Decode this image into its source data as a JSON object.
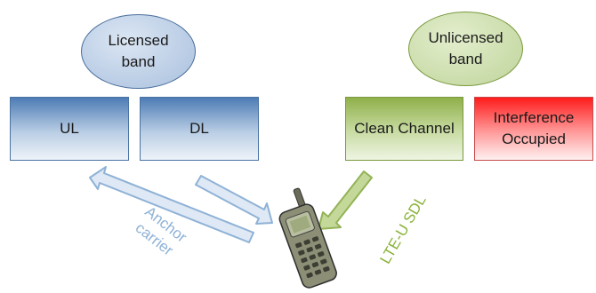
{
  "ellipses": {
    "licensed": [
      "Licensed",
      "band"
    ],
    "unlicensed": [
      "Unlicensed",
      "band"
    ]
  },
  "boxes": {
    "ul": "UL",
    "dl": "DL",
    "clean": "Clean Channel",
    "interference": [
      "Interference",
      "Occupied"
    ]
  },
  "labels": {
    "anchor": [
      "Anchor",
      "carrier"
    ],
    "lteu": "LTE-U SDL"
  },
  "colors": {
    "licensed_blue": "#4d7cb5",
    "unlicensed_green": "#8fb04a",
    "interference_red": "#ff1c1c",
    "anchor_arrow": "#9cb9da",
    "lteu_arrow": "#a9c47a"
  },
  "icons": {
    "device": "mobile-phone-icon"
  }
}
